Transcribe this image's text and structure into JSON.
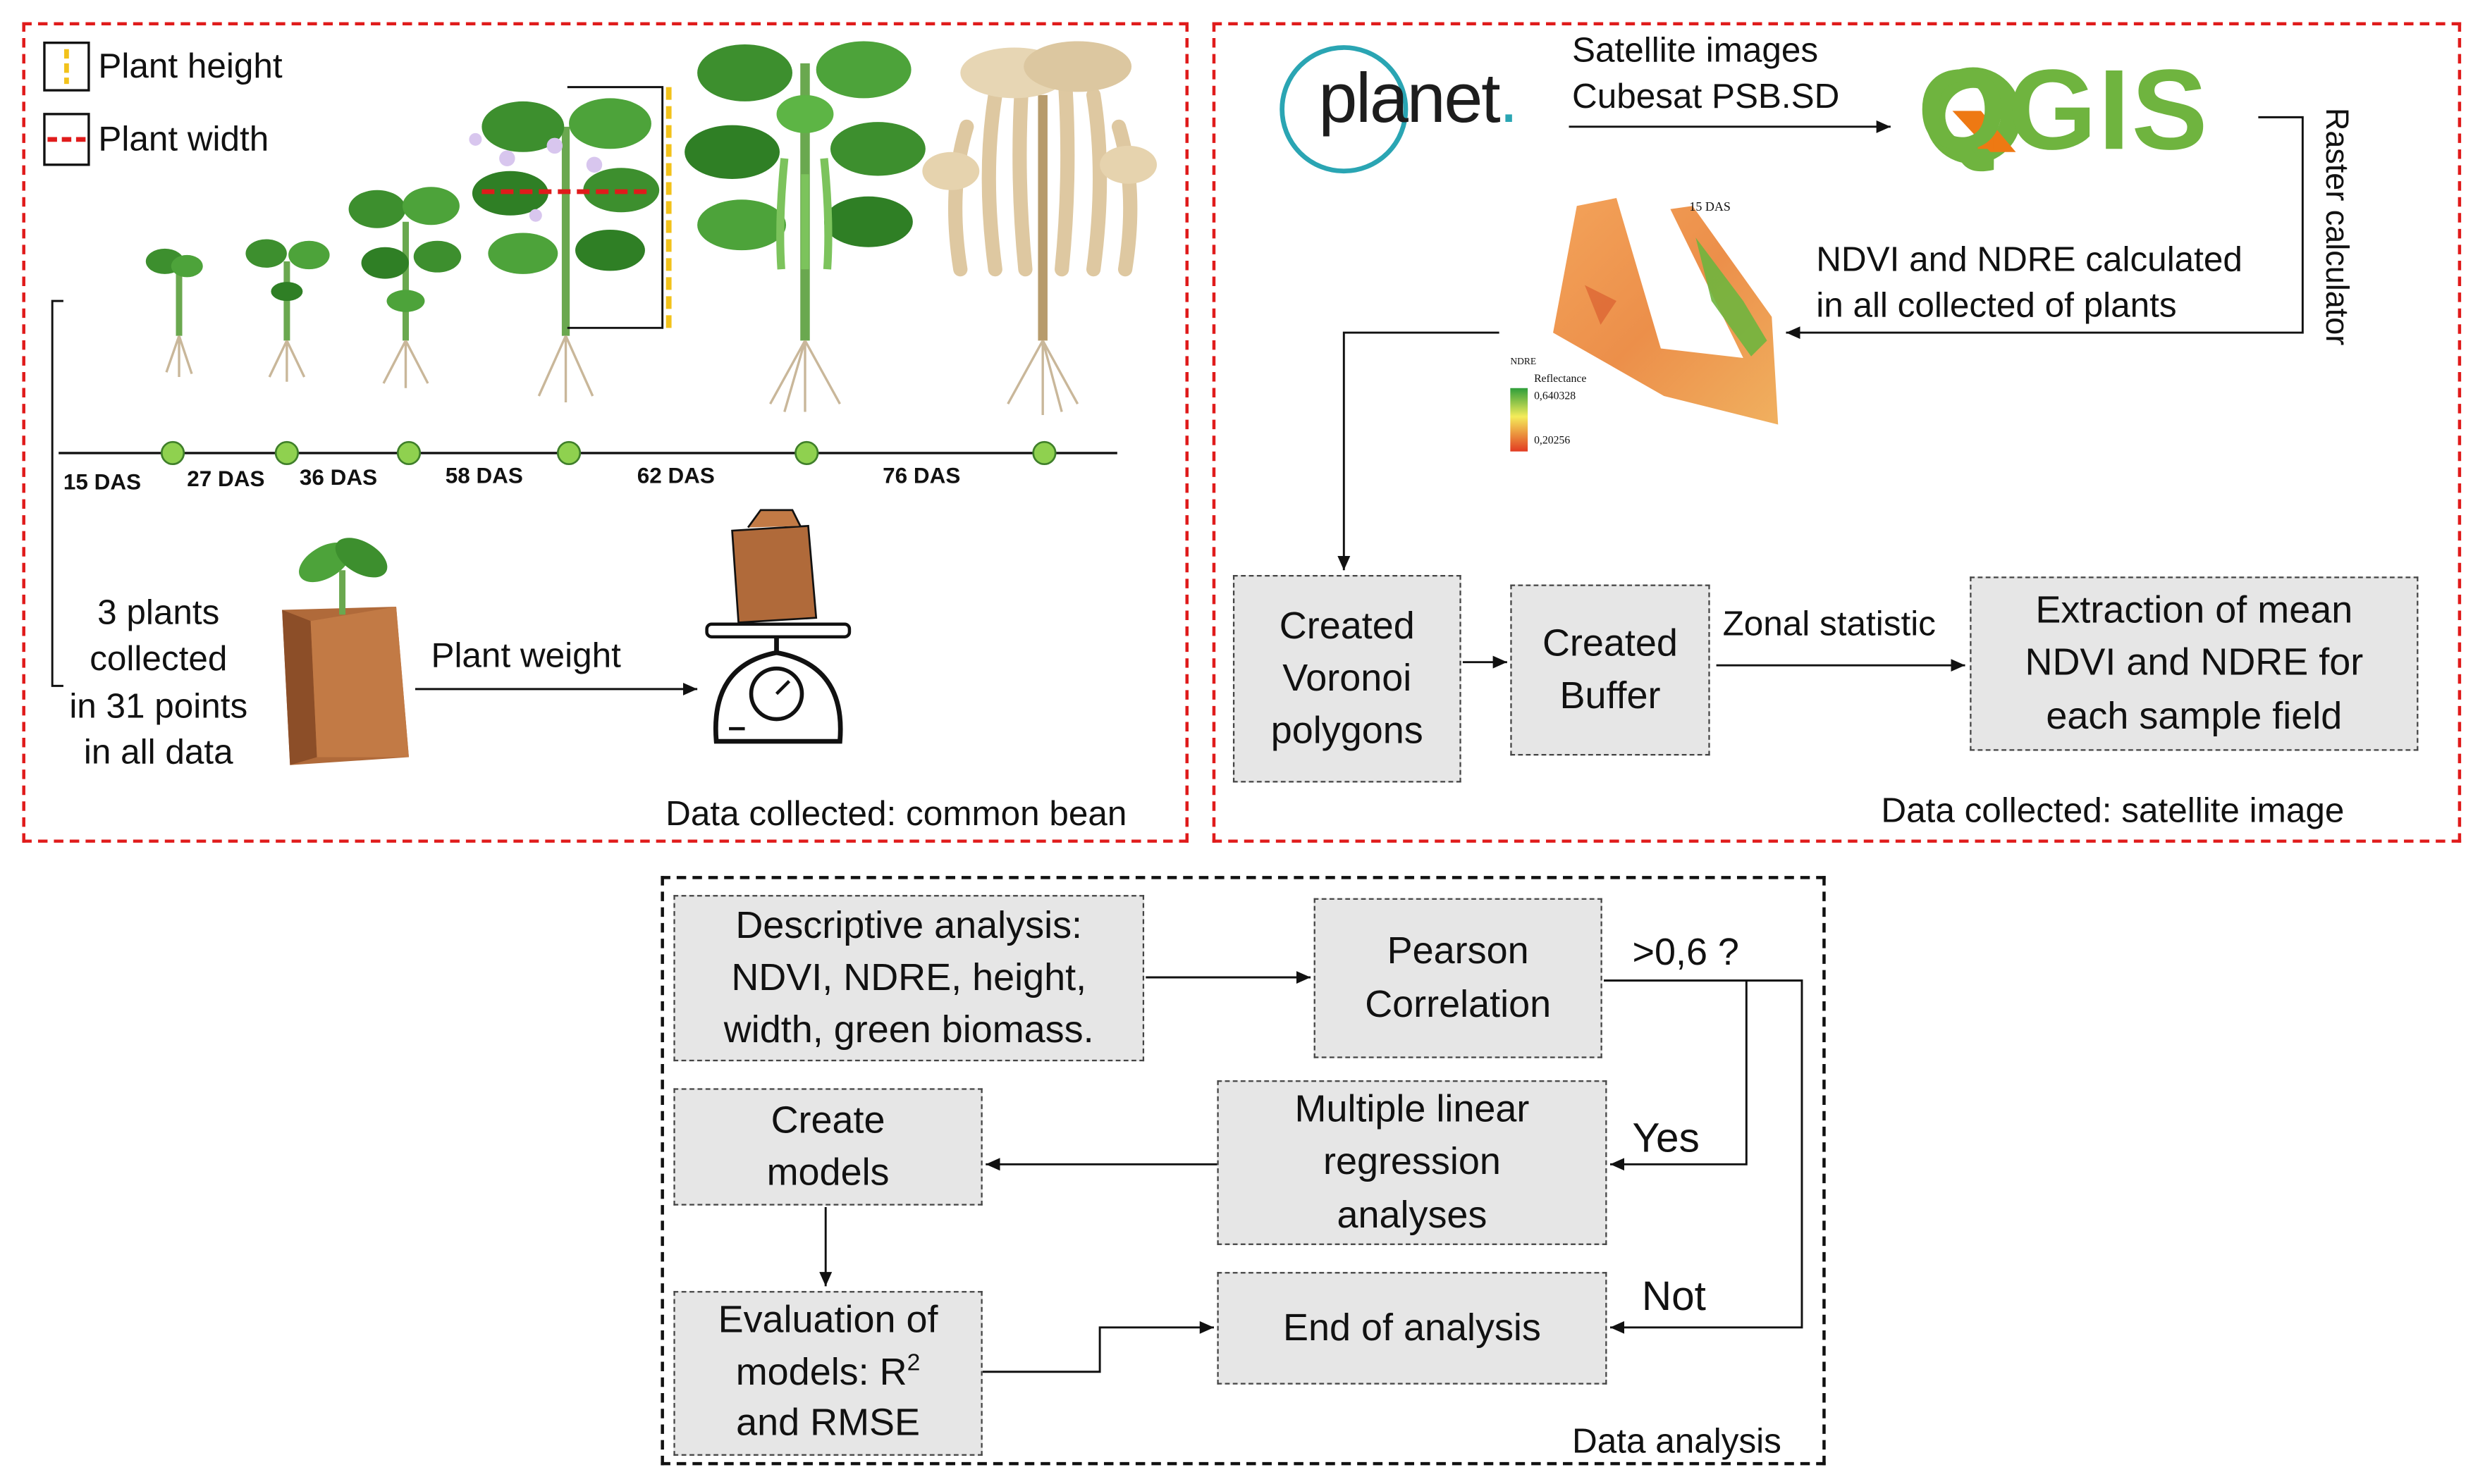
{
  "common_bean_panel": {
    "legend": {
      "height_label": "Plant height",
      "width_label": "Plant width"
    },
    "timeline": [
      "15 DAS",
      "27 DAS",
      "36 DAS",
      "58 DAS",
      "62 DAS",
      "76 DAS"
    ],
    "collection_text": "3 plants\ncollected\nin 31 points\nin all data",
    "weight_label": "Plant weight",
    "caption": "Data collected: common bean"
  },
  "satellite_panel": {
    "planet_logo": "planet",
    "planet_logo_dot": ".",
    "satellite_label": "Satellite images\nCubesat PSB.SD",
    "qgis_logo": "QGIS",
    "raster_label": "Raster calculator",
    "ndvi_label": "NDVI and NDRE calculated\nin all collected of plants",
    "map": {
      "das": "15 DAS",
      "index": "NDRE",
      "legend_title": "Reflectance",
      "max": "0,640328",
      "min": "0,20256"
    },
    "voronoi": "Created\nVoronoi\npolygons",
    "buffer": "Created\nBuffer",
    "zonal_label": "Zonal statistic",
    "extraction": "Extraction of mean\nNDVI and NDRE for\neach sample field",
    "caption": "Data collected: satellite image"
  },
  "analysis_panel": {
    "descriptive": "Descriptive analysis:\nNDVI, NDRE, height,\nwidth, green biomass.",
    "pearson": "Pearson\nCorrelation",
    "threshold": ">0,6 ?",
    "yes_label": "Yes",
    "not_label": "Not",
    "regression": "Multiple linear\nregression\nanalyses",
    "create_models": "Create\nmodels",
    "evaluation_line1": "Evaluation of",
    "evaluation_line2a": "models: R",
    "evaluation_sup": "2",
    "evaluation_line3": "and RMSE",
    "end": "End of analysis",
    "caption": "Data analysis"
  },
  "colors": {
    "red_border": "#e01b1b",
    "box_fill": "#e6e6e6",
    "timeline_dot": "#8fd14f",
    "planet_teal": "#2aa5b3",
    "qgis_green": "#6fb43f",
    "qgis_orange": "#ee7913",
    "height_marker": "#f2c21b"
  }
}
